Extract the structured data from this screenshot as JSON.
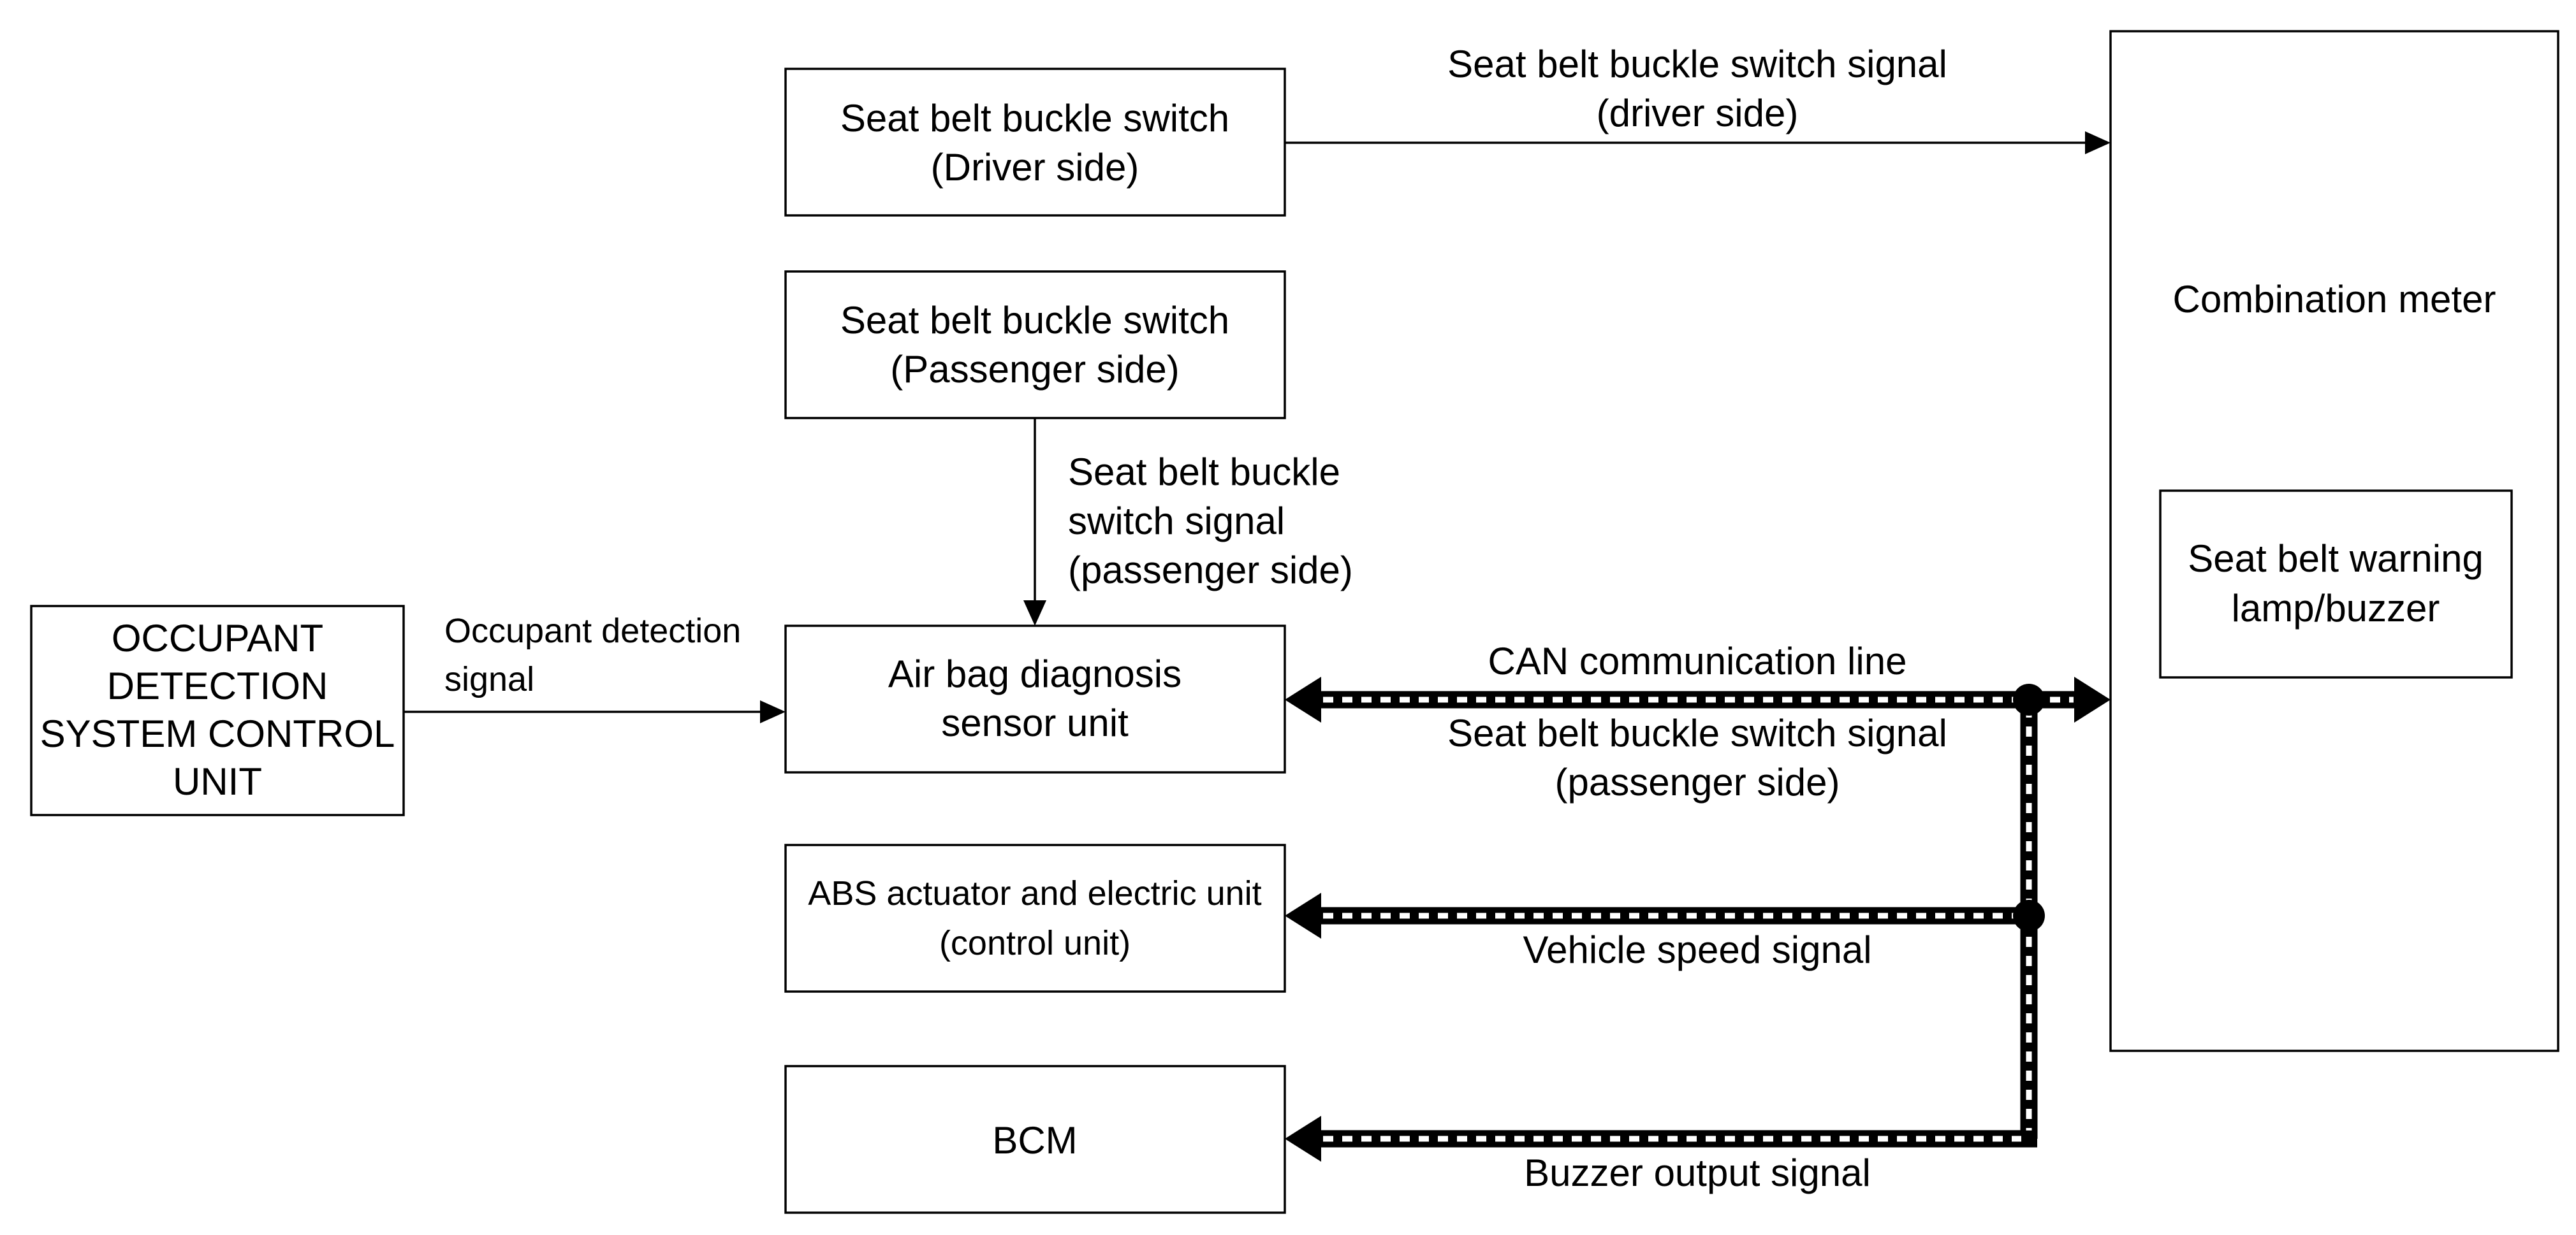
{
  "diagram": {
    "nodes": {
      "seat_belt_buckle_switch_driver": {
        "lines": [
          "Seat belt buckle switch",
          "(Driver side)"
        ]
      },
      "seat_belt_buckle_switch_passenger": {
        "lines": [
          "Seat belt buckle switch",
          "(Passenger side)"
        ]
      },
      "occupant_detection_system_control_unit": {
        "lines": [
          "OCCUPANT",
          "DETECTION",
          "SYSTEM CONTROL",
          "UNIT"
        ]
      },
      "air_bag_diagnosis_sensor_unit": {
        "lines": [
          "Air bag diagnosis",
          "sensor unit"
        ]
      },
      "abs_actuator_and_electric_unit": {
        "lines": [
          "ABS actuator and electric unit",
          "(control unit)"
        ]
      },
      "bcm": {
        "lines": [
          "BCM"
        ]
      },
      "combination_meter": {
        "lines": [
          "Combination meter"
        ]
      },
      "seat_belt_warning_lamp_buzzer": {
        "lines": [
          "Seat belt warning",
          "lamp/buzzer"
        ]
      }
    },
    "signals": {
      "driver_switch_signal": {
        "lines": [
          "Seat belt buckle switch signal",
          "(driver side)"
        ]
      },
      "passenger_switch_signal": {
        "lines": [
          "Seat belt buckle",
          "switch signal",
          "(passenger side)"
        ]
      },
      "occupant_detection_signal": {
        "lines": [
          "Occupant detection",
          "signal"
        ]
      },
      "can_communication_line": {
        "lines": [
          "CAN communication line"
        ]
      },
      "can_passenger_switch_signal": {
        "lines": [
          "Seat belt buckle switch signal",
          "(passenger side)"
        ]
      },
      "vehicle_speed_signal": {
        "lines": [
          "Vehicle speed signal"
        ]
      },
      "buzzer_output_signal": {
        "lines": [
          "Buzzer output signal"
        ]
      }
    }
  },
  "colors": {
    "line": "#000000",
    "background": "#ffffff"
  }
}
